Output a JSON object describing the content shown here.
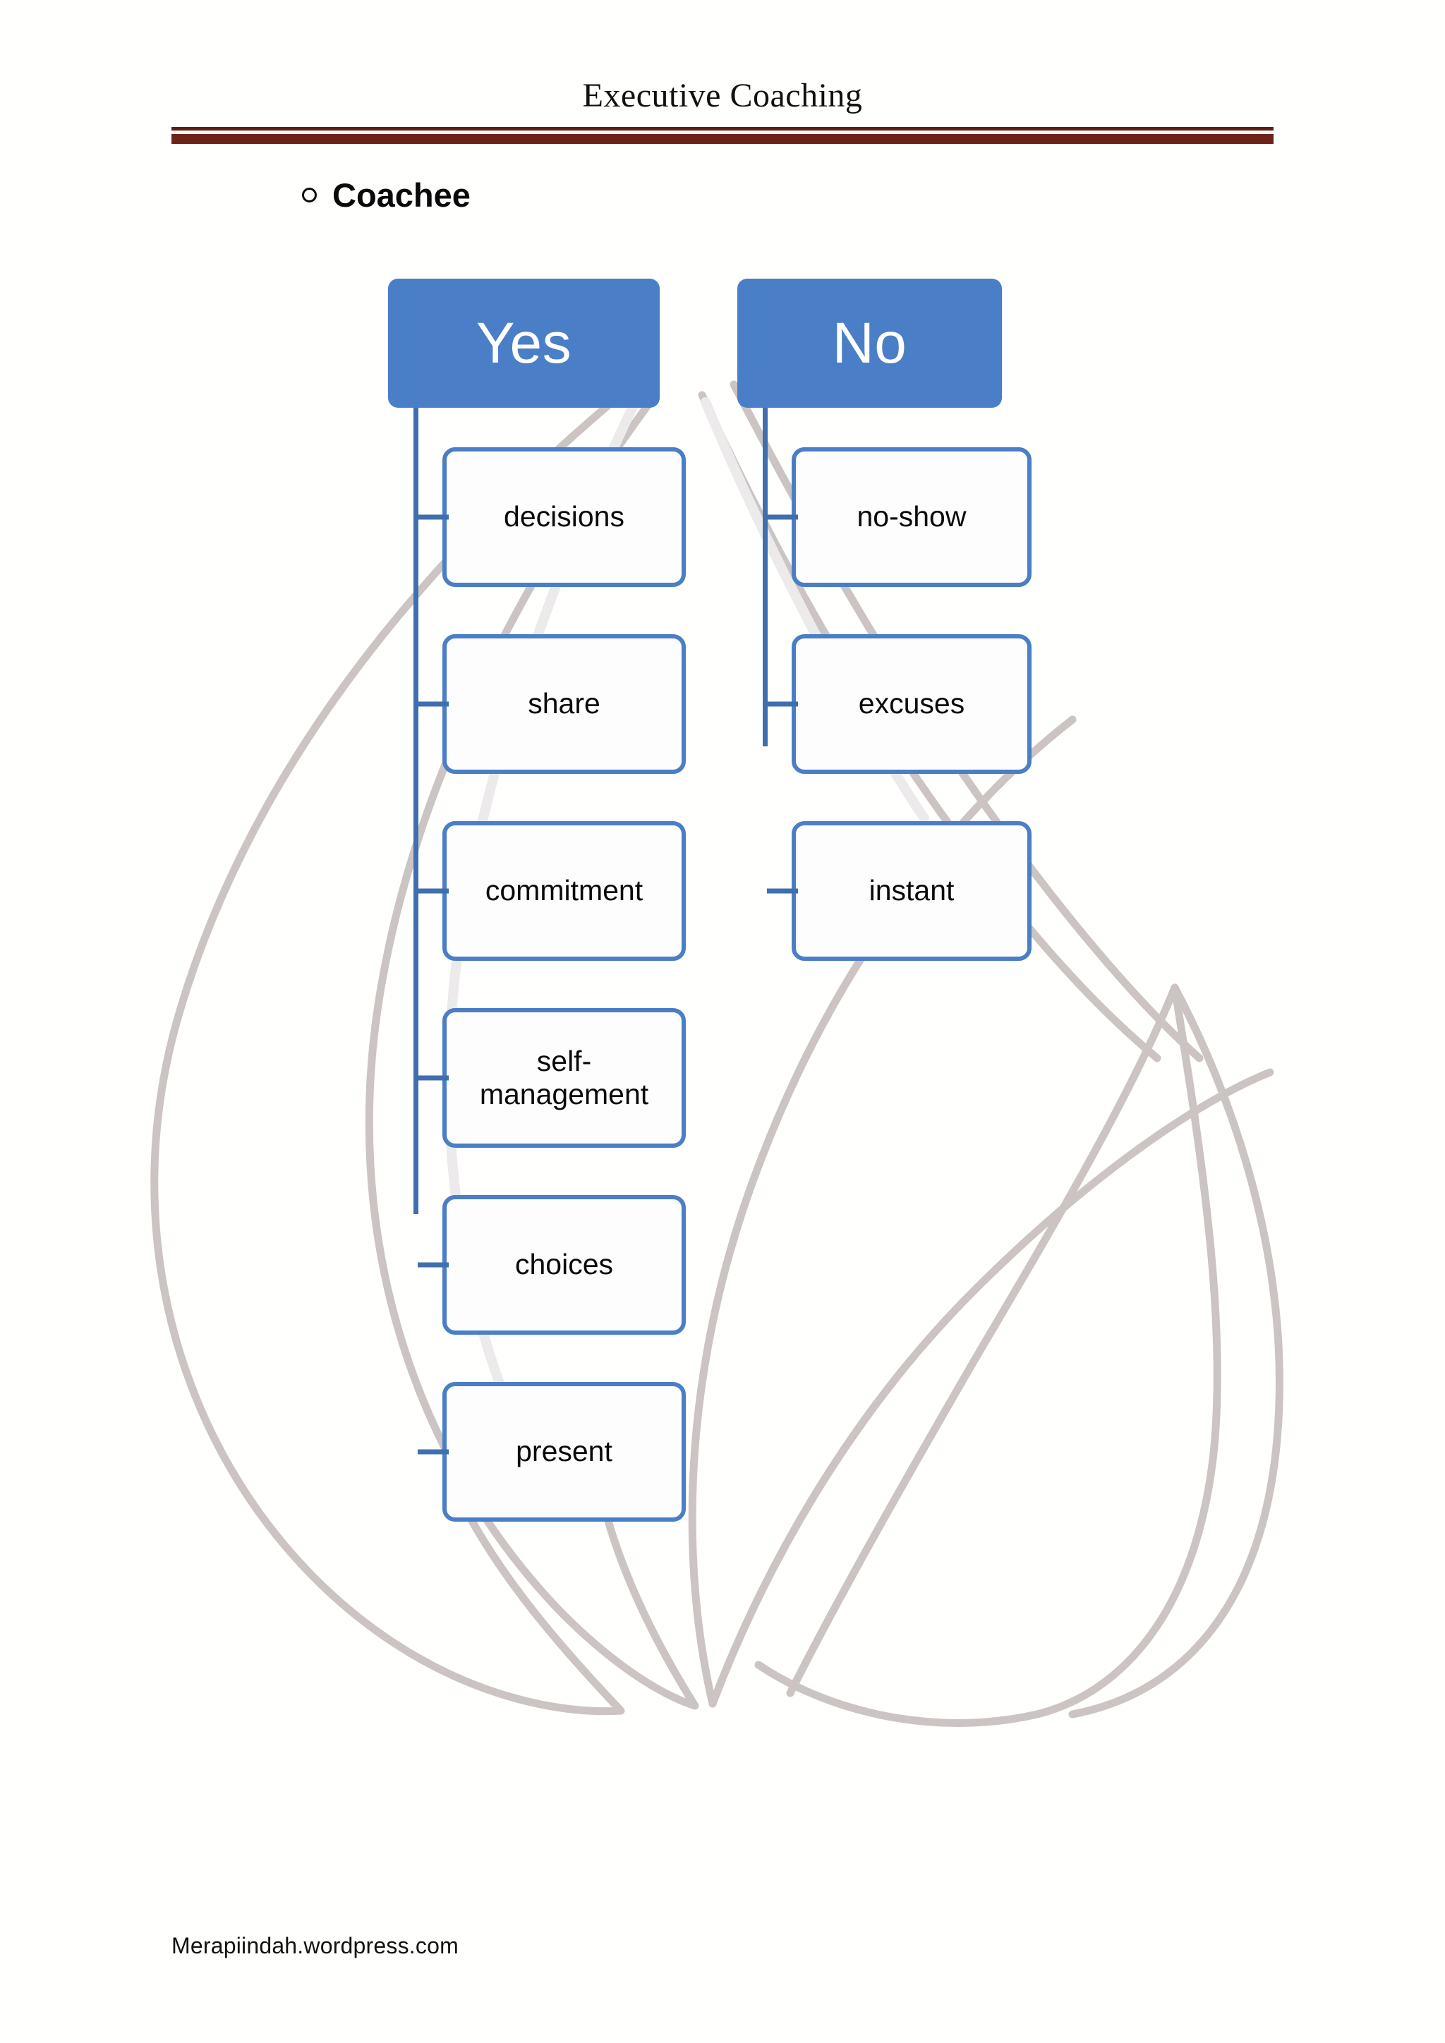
{
  "page": {
    "background_color": "#fffffd"
  },
  "header": {
    "title": "Executive Coaching",
    "rule_color_thin": "#5a1f16",
    "rule_color_thick": "#6e2318"
  },
  "heading": {
    "bullet": "circle-outline",
    "label": "Coachee"
  },
  "watermark": {
    "name": "leaf-flame-outline",
    "stroke_color": "#cbc4c2"
  },
  "diagram": {
    "type": "two-column-tree",
    "accent_color": "#4a7ec6",
    "node_border_color": "#4a7ec6",
    "node_fill_color": "#fdfdfd",
    "header_text_color": "#ffffff",
    "child_text_color": "#0a0a0a",
    "columns": [
      {
        "id": "yes",
        "header": "Yes",
        "children": [
          {
            "label": "decisions"
          },
          {
            "label": "share"
          },
          {
            "label": "commitment"
          },
          {
            "label": "self-management"
          },
          {
            "label": "choices"
          },
          {
            "label": "present"
          }
        ]
      },
      {
        "id": "no",
        "header": "No",
        "children": [
          {
            "label": "no-show"
          },
          {
            "label": "excuses"
          },
          {
            "label": "instant"
          }
        ]
      }
    ]
  },
  "footer": {
    "text": "Merapiindah.wordpress.com"
  }
}
